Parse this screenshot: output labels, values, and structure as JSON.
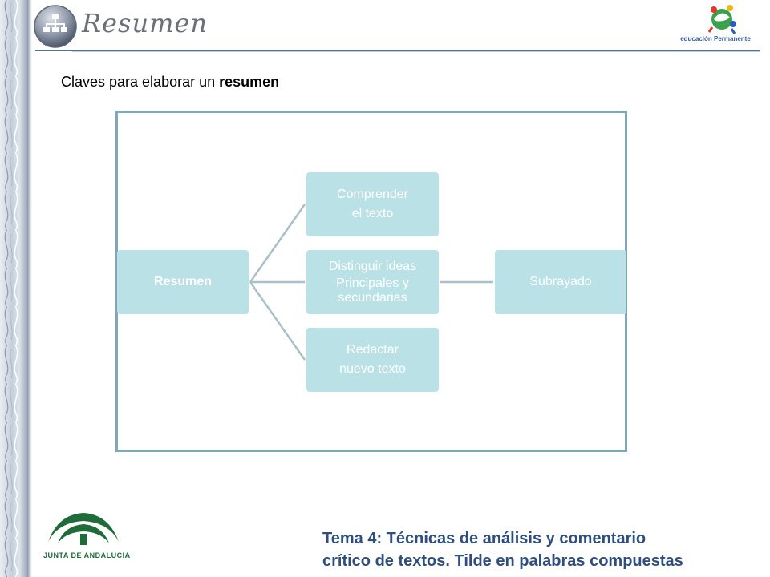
{
  "header": {
    "title": "Resumen",
    "icon": "org-chart-icon",
    "partner_logo": {
      "icon": "educacion-permanente-logo",
      "text": "educación Permanente"
    }
  },
  "subtitle": {
    "prefix": "Claves para elaborar un ",
    "emphasis": "resumen"
  },
  "diagram": {
    "root": "Resumen",
    "branches": [
      {
        "line1": "Comprender",
        "line2": "el texto"
      },
      {
        "line1": "Distinguir ideas",
        "line2": "Principales y secundarias"
      },
      {
        "line1": "Redactar",
        "line2": "nuevo texto"
      }
    ],
    "leaf": "Subrayado",
    "colors": {
      "node": "#b9e1e6",
      "connector": "#a9bfca",
      "frame": "#7fa7b5"
    }
  },
  "footer": {
    "logo": {
      "icon": "junta-de-andalucia-logo",
      "text": "JUNTA DE ANDALUCIA"
    },
    "line1": "Tema 4: Técnicas de análisis y comentario",
    "line2": "crítico de textos. Tilde en palabras compuestas"
  }
}
